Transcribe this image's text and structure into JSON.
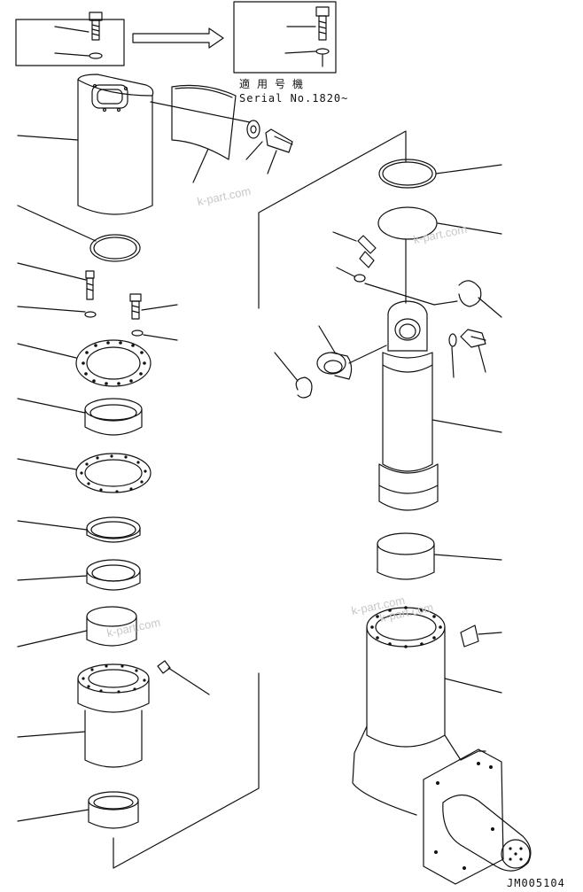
{
  "applicability": {
    "label_jp": "適用号機",
    "serial": "Serial No.1820~"
  },
  "watermarks": [
    "k-part.com",
    "k-part.com",
    "k-part.com",
    "k-part.com",
    "k-part.com"
  ],
  "drawing_code": "JM005104",
  "colors": {
    "line": "#111111",
    "paper": "#ffffff",
    "watermark": "#c8c8c8"
  },
  "parts_visible": [
    "bolt",
    "washer",
    "cover",
    "shield-plate",
    "o-ring",
    "grease-fitting",
    "snap-ring",
    "bushing",
    "cylinder",
    "bearing-ring",
    "seal",
    "spindle-knuckle"
  ]
}
